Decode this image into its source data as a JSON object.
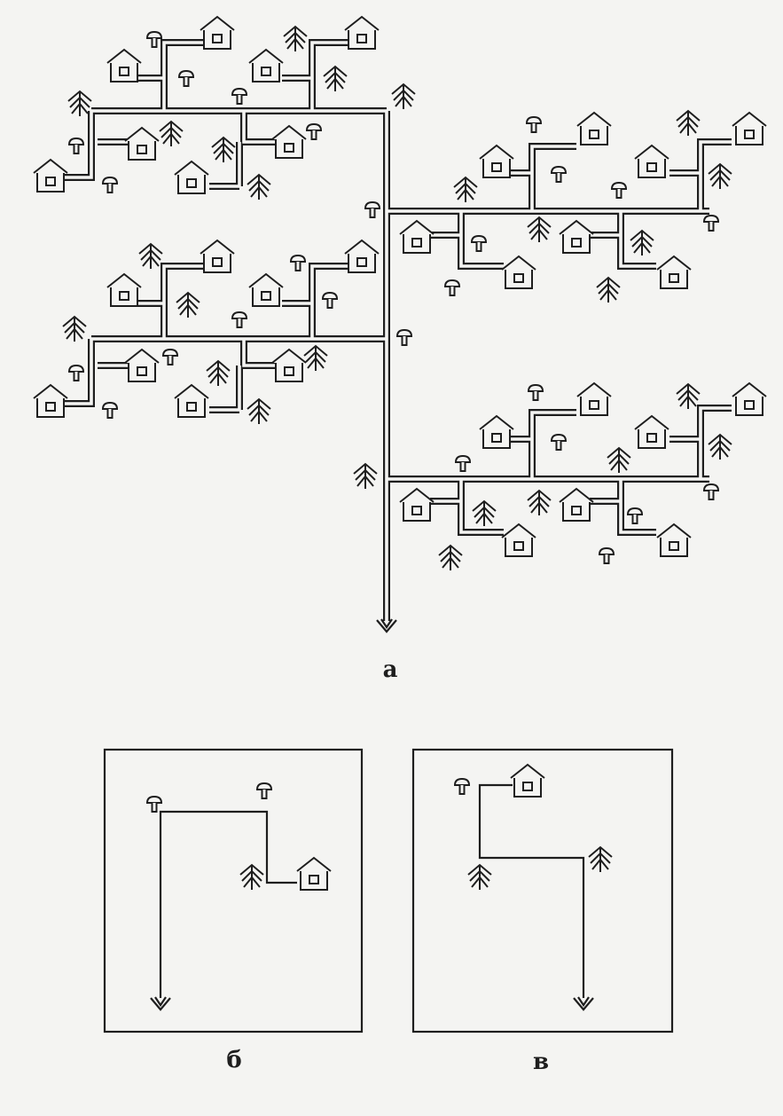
{
  "figure": {
    "panel_labels": {
      "a": "а",
      "b": "б",
      "v": "в"
    },
    "colors": {
      "ink": "#1e1e1e",
      "paper": "#f4f4f2"
    },
    "icons": [
      "house-icon",
      "tree-icon",
      "mushroom-icon",
      "arrow-icon"
    ]
  }
}
